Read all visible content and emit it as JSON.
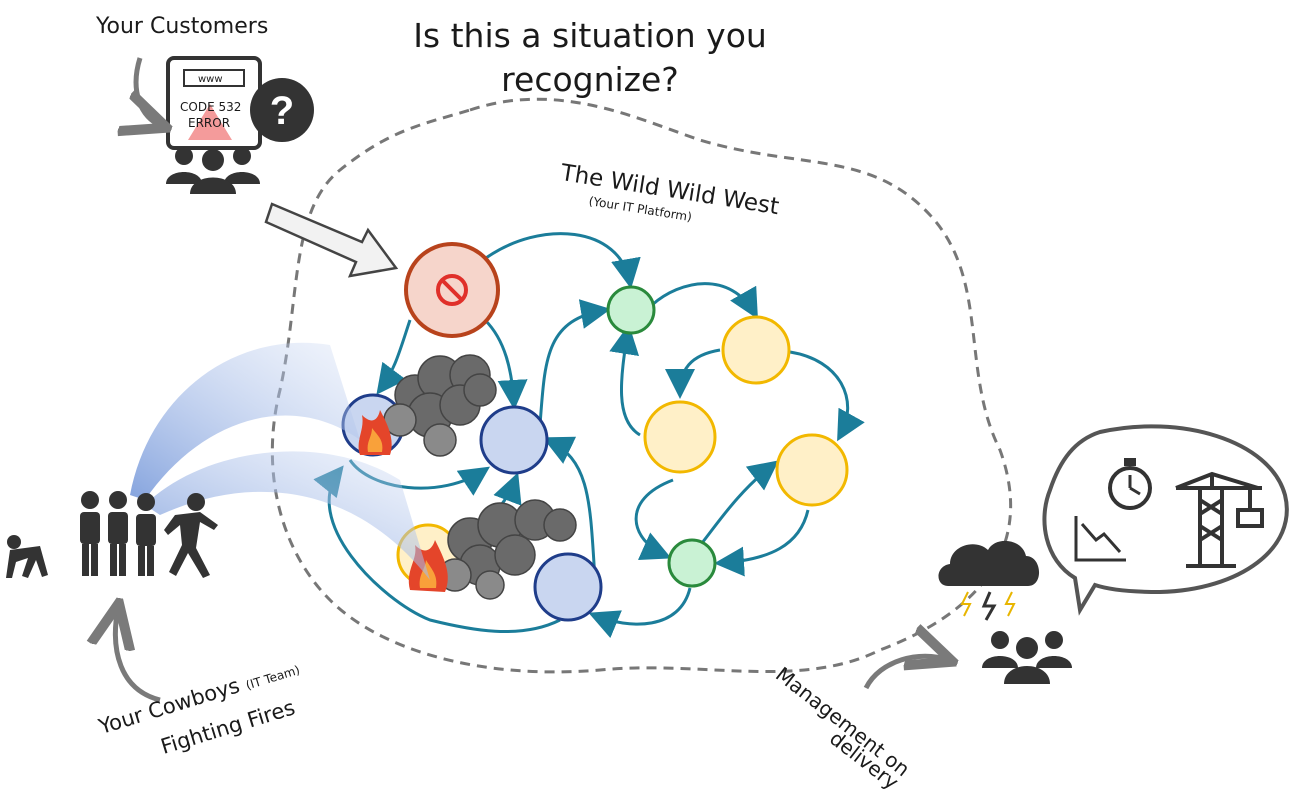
{
  "title": {
    "line1": "Is this a situation you",
    "line2": "recognize?"
  },
  "customers": {
    "label": "Your Customers",
    "screen_www": "www",
    "screen_code": "CODE 532",
    "screen_error": "ERROR"
  },
  "platform": {
    "label": "The Wild Wild West",
    "sublabel": "(Your IT Platform)"
  },
  "cowboys": {
    "label_main": "Your Cowboys",
    "label_paren": "(IT Team)",
    "label_line2": "Fighting Fires"
  },
  "management": {
    "label_line1": "Management on",
    "label_line2": "delivery"
  },
  "colors": {
    "blocked_node": "#f6d5cb",
    "blocked_border": "#b8431c",
    "blue_node": "#c9d6f0",
    "blue_border": "#1f3d8a",
    "green_node": "#c9f2d4",
    "green_border": "#2a8a3c",
    "yellow_node": "#fff0c8",
    "yellow_border": "#f2b800",
    "connector": "#1b7d9a",
    "smoke": "#6a6a6a",
    "fire": "#e4452a"
  },
  "icons": [
    "question-mark-icon",
    "no-entry-icon",
    "stopwatch-icon",
    "crane-icon",
    "declining-chart-icon",
    "storm-cloud-icon"
  ]
}
